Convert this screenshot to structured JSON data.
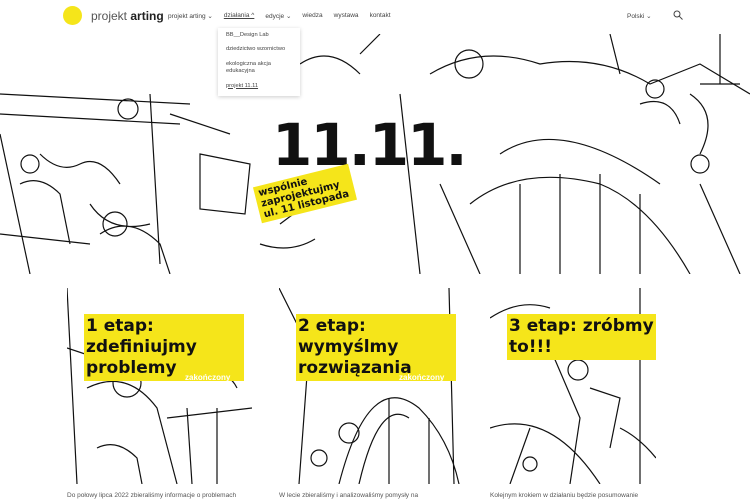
{
  "header": {
    "brand_light": "projekt",
    "brand_bold": "arting",
    "nav": [
      {
        "label": "projekt arting ⌄"
      },
      {
        "label": "działania ^"
      },
      {
        "label": "edycje ⌄"
      },
      {
        "label": "wiedza"
      },
      {
        "label": "wystawa"
      },
      {
        "label": "kontakt"
      }
    ],
    "language": "Polski ⌄",
    "dropdown": [
      "BB__Design Lab",
      "dziedzictwo wzornictwo",
      "ekologiczna akcja edukacyjna",
      "projekt 11.11"
    ]
  },
  "hero": {
    "title": "11.11.",
    "tagline": "wspólnie zaprojektujmy ul. 11 listopada"
  },
  "cards": [
    {
      "label": "1 etap: zdefiniujmy problemy",
      "status": "zakończony",
      "desc": "Do połowy lipca 2022 zbieraliśmy informacje o problemach"
    },
    {
      "label": "2 etap: wymyślmy rozwiązania",
      "status": "zakończony",
      "desc": "W lecie zbieraliśmy i analizowaliśmy pomysły na"
    },
    {
      "label": "3 etap: zróbmy to!!!",
      "status": "",
      "desc": "Kolejnym krokiem w działaniu będzie posumowanie"
    }
  ],
  "colors": {
    "accent": "#f5e51a"
  }
}
